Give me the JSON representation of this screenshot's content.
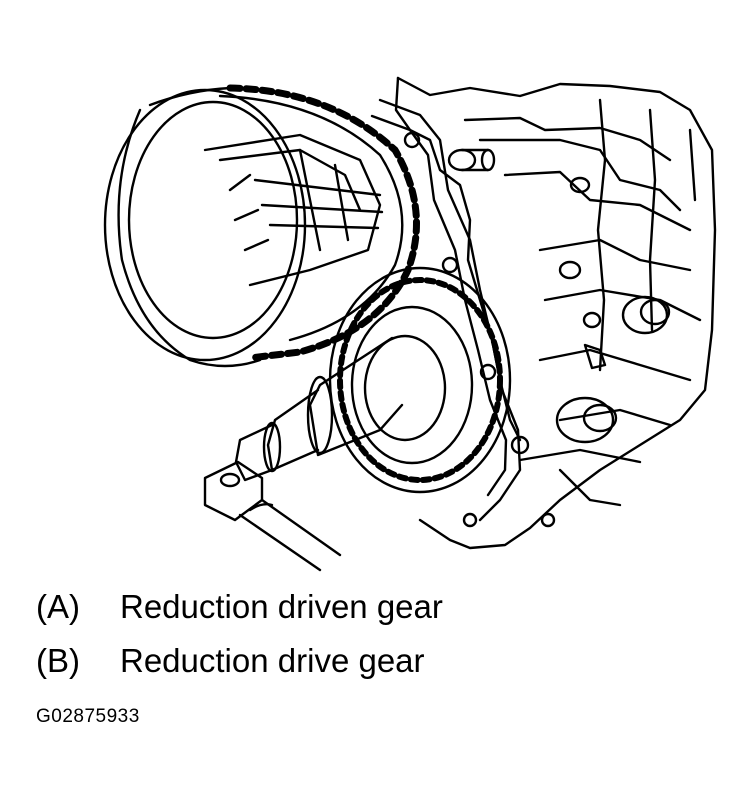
{
  "legend": [
    {
      "key": "(A)",
      "label": "Reduction driven gear"
    },
    {
      "key": "(B)",
      "label": "Reduction drive gear"
    }
  ],
  "figure_id": "G02875933",
  "colors": {
    "line": "#000000",
    "background": "#ffffff"
  }
}
